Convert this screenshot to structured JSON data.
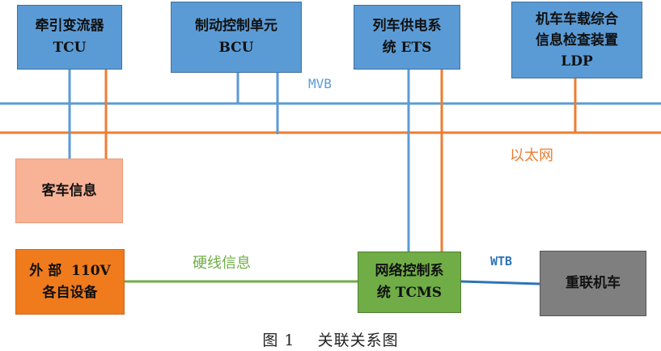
{
  "caption": "图 1    关联关系图",
  "nodes": {
    "tcu": {
      "line1": "牵引变流器",
      "line2": "TCU"
    },
    "bcu": {
      "line1": "制动控制单元",
      "line2": "BCU"
    },
    "ets": {
      "line1": "列车供电系",
      "line2": "统 ETS"
    },
    "ldp": {
      "line1": "机车车载综合",
      "line2": "信息检查装置",
      "line3": "LDP"
    },
    "passenger": {
      "line1": "客车信息"
    },
    "external": {
      "line1": "外 部  110V",
      "line2": "各自设备"
    },
    "tcms": {
      "line1": "网络控制系",
      "line2": "统 TCMS"
    },
    "multi_loco": {
      "line1": "重联机车"
    }
  },
  "buses": {
    "mvb": {
      "label": "MVB",
      "color": "#5b9bd5"
    },
    "ethernet": {
      "label": "以太网",
      "color": "#ed7d31"
    },
    "hardwire": {
      "label": "硬线信息",
      "color": "#70ad47"
    },
    "wtb": {
      "label": "WTB",
      "color": "#2e75b6"
    }
  }
}
